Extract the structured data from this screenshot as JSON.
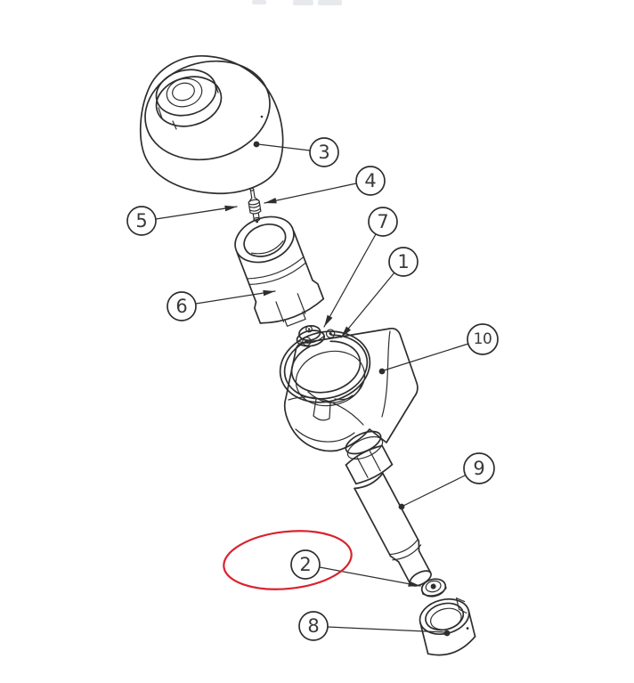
{
  "style": {
    "line_color": "#2e2e2e",
    "text_color": "#3a3a3a",
    "highlight_color": "#d9232d",
    "background": "#ffffff"
  },
  "diagram": {
    "kind": "exploded-parts-line-drawing",
    "highlight": {
      "shape": "ellipse",
      "around_callout": "2"
    }
  },
  "callouts": [
    {
      "label": "1"
    },
    {
      "label": "2",
      "highlighted": true
    },
    {
      "label": "3"
    },
    {
      "label": "4"
    },
    {
      "label": "5"
    },
    {
      "label": "6"
    },
    {
      "label": "7"
    },
    {
      "label": "8"
    },
    {
      "label": "9"
    },
    {
      "label": "10"
    }
  ]
}
